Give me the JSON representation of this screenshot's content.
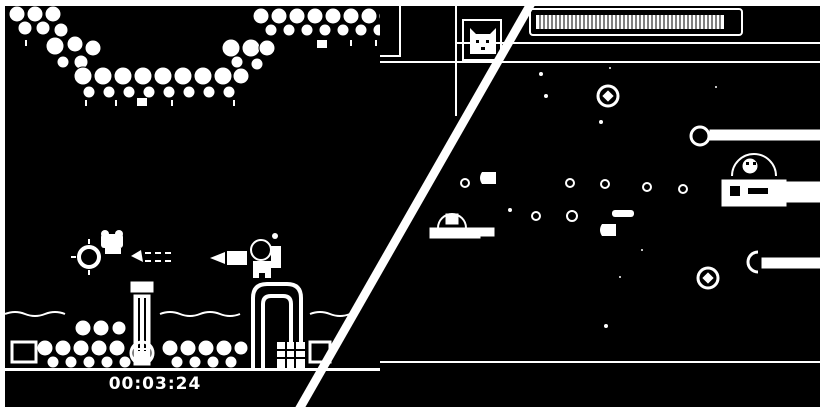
{
  "screens": {
    "left": {
      "game": "platformer",
      "timer": "00:03:24",
      "player": {
        "type": "cat-astronaut",
        "weapon": "blaster",
        "facing": "left"
      },
      "enemy": {
        "type": "frog",
        "held_item": "spiked-orb"
      },
      "projectile": {
        "type": "laser-bolt",
        "direction": "left"
      }
    },
    "right": {
      "game": "space-shooter",
      "health_bar": {
        "percent": 90
      },
      "portrait": "cat-face",
      "player": {
        "type": "cat-in-pod",
        "facing": "right"
      },
      "boss": {
        "type": "mouse-in-mech",
        "arms": 2
      }
    }
  },
  "colors": {
    "background": "#000000",
    "foreground": "#ffffff",
    "page": "#ffffff"
  }
}
